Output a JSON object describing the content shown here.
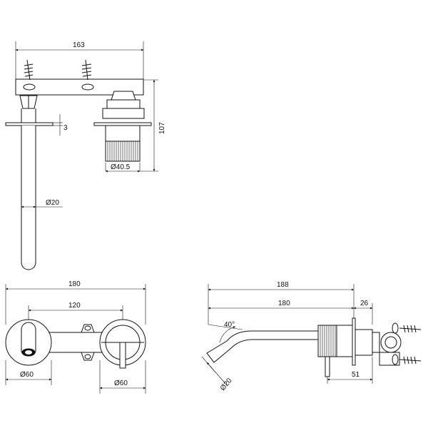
{
  "dimensions": {
    "top_width": "163",
    "top_height": "107",
    "plate_thickness": "3",
    "body_diameter": "Ø40.5",
    "spout_diameter": "Ø20",
    "front_width": "180",
    "front_centers": "120",
    "front_left_rosette": "Ø60",
    "front_right_rosette": "Ø60",
    "side_total": "188",
    "side_spout": "180",
    "side_body": "26",
    "side_depth": "51",
    "spout_angle": "40°",
    "spout_tip_diameter": "Ø20"
  }
}
